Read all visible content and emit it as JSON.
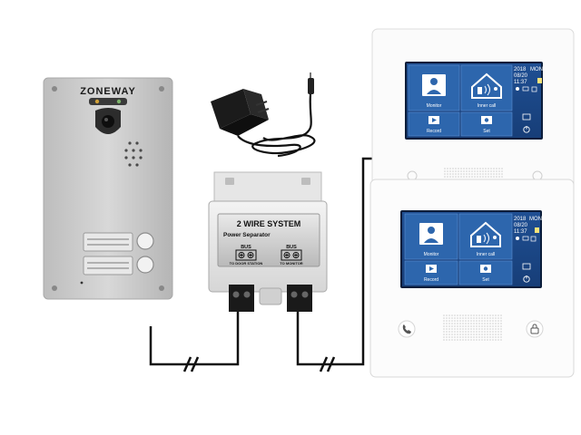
{
  "door_station": {
    "brand": "ZONEWAY"
  },
  "power_separator": {
    "title": "2 WIRE SYSTEM",
    "subtitle": "Power Separator",
    "bus_left_label": "BUS",
    "bus_right_label": "BUS",
    "to_door_label": "TO DOOR STATION",
    "to_monitor_label": "TO MONITOR"
  },
  "monitors": {
    "top": {
      "tiles": {
        "monitor": "Monitor",
        "inner_call": "Inner call",
        "record": "Record",
        "set": "Set"
      },
      "side": {
        "year": "2018",
        "weekday": "MON",
        "date": "08/20",
        "time": "11:37"
      }
    },
    "bottom": {
      "tiles": {
        "monitor": "Monitor",
        "inner_call": "Inner call",
        "record": "Record",
        "set": "Set"
      },
      "side": {
        "year": "2018",
        "weekday": "MON",
        "date": "08/20",
        "time": "11:37"
      }
    }
  },
  "colors": {
    "screen_bg": "#1c4a8a",
    "tile_bg": "#2d66ad",
    "wire": "#111111",
    "panel_metal": "#c9c9c9"
  }
}
